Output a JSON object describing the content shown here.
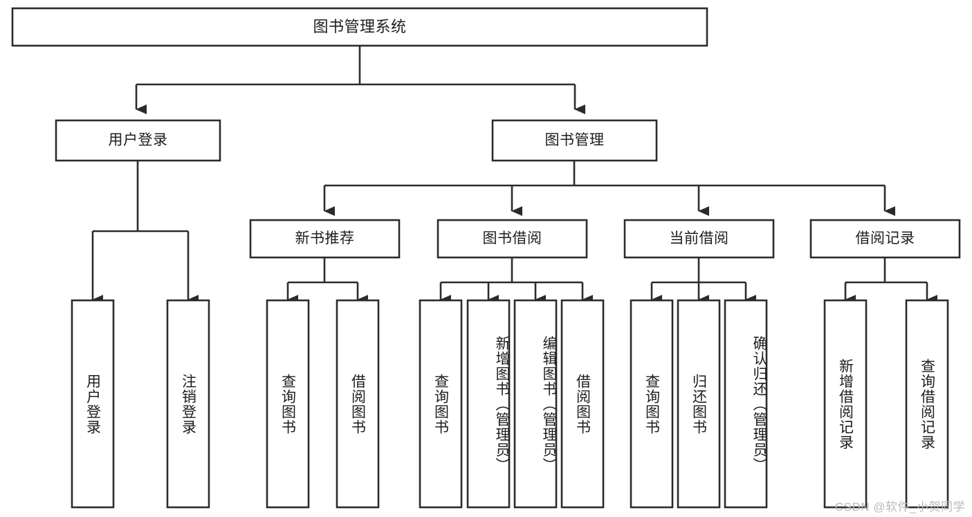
{
  "diagram": {
    "type": "tree-hierarchy-flowchart",
    "title": "图书管理系统",
    "root": {
      "id": "root",
      "label": "图书管理系统",
      "orientation": "horizontal"
    },
    "level2": [
      {
        "id": "user-login",
        "label": "用户登录",
        "orientation": "horizontal"
      },
      {
        "id": "book-manage",
        "label": "图书管理",
        "orientation": "horizontal"
      }
    ],
    "level3": [
      {
        "id": "new-book-rec",
        "label": "新书推荐",
        "orientation": "horizontal",
        "parent": "book-manage"
      },
      {
        "id": "book-borrow",
        "label": "图书借阅",
        "orientation": "horizontal",
        "parent": "book-manage"
      },
      {
        "id": "current-borrow",
        "label": "当前借阅",
        "orientation": "horizontal",
        "parent": "book-manage"
      },
      {
        "id": "borrow-record",
        "label": "借阅记录",
        "orientation": "horizontal",
        "parent": "book-manage"
      }
    ],
    "leaves": [
      {
        "id": "leaf-user-login",
        "label": "用户登录",
        "orientation": "vertical",
        "parent": "user-login"
      },
      {
        "id": "leaf-user-logout",
        "label": "注销登录",
        "orientation": "vertical",
        "parent": "user-login"
      },
      {
        "id": "leaf-query-book-1",
        "label": "查询图书",
        "orientation": "vertical",
        "parent": "new-book-rec"
      },
      {
        "id": "leaf-borrow-book-1",
        "label": "借阅图书",
        "orientation": "vertical",
        "parent": "new-book-rec"
      },
      {
        "id": "leaf-query-book-2",
        "label": "查询图书",
        "orientation": "vertical",
        "parent": "book-borrow"
      },
      {
        "id": "leaf-add-book",
        "label": "新增图书（管理员）",
        "orientation": "vertical",
        "parent": "book-borrow"
      },
      {
        "id": "leaf-edit-book",
        "label": "编辑图书（管理员）",
        "orientation": "vertical",
        "parent": "book-borrow"
      },
      {
        "id": "leaf-borrow-book-2",
        "label": "借阅图书",
        "orientation": "vertical",
        "parent": "book-borrow"
      },
      {
        "id": "leaf-query-book-3",
        "label": "查询图书",
        "orientation": "vertical",
        "parent": "current-borrow"
      },
      {
        "id": "leaf-return-book",
        "label": "归还图书",
        "orientation": "vertical",
        "parent": "current-borrow"
      },
      {
        "id": "leaf-confirm-return",
        "label": "确认归还（管理员）",
        "orientation": "vertical",
        "parent": "current-borrow"
      },
      {
        "id": "leaf-add-record",
        "label": "新增借阅记录",
        "orientation": "vertical",
        "parent": "borrow-record"
      },
      {
        "id": "leaf-query-record",
        "label": "查询借阅记录",
        "orientation": "vertical",
        "parent": "borrow-record"
      }
    ],
    "colors": {
      "stroke": "#2b2b2b",
      "box_fill": "#ffffff",
      "text": "#1d1d1d",
      "background": "#ffffff",
      "watermark": "#b9b9b9"
    }
  },
  "watermark": {
    "text": "CSDN @软件_小贺同学"
  }
}
